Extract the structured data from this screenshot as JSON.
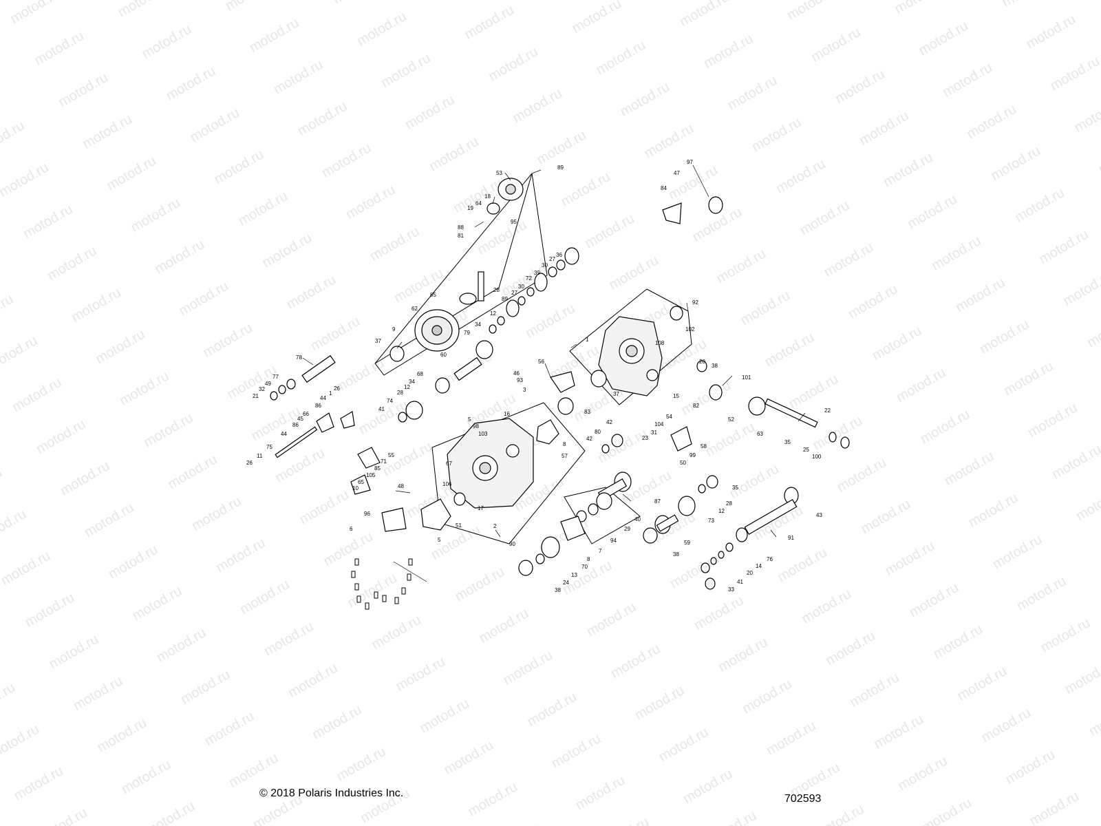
{
  "watermark": "motod.ru",
  "copyright": "© 2018 Polaris Industries Inc.",
  "reference_number": "702593",
  "callouts": {
    "c53": "53",
    "c89": "89",
    "c18": "18",
    "c19": "19",
    "c64": "64",
    "c88": "88",
    "c81": "81",
    "c95a": "95",
    "c36": "36",
    "c27a": "27",
    "c30a": "30",
    "c39": "39",
    "c72": "72",
    "c30b": "30",
    "c27b": "27",
    "c28a": "28",
    "c89b": "89",
    "c12a": "12",
    "c34a": "34",
    "c85": "85",
    "c62": "62",
    "c9": "9",
    "c37a": "37",
    "c79": "79",
    "c60": "60",
    "c97": "97",
    "c47": "47",
    "c84": "84",
    "c92": "92",
    "c102": "102",
    "c108": "108",
    "c1": "1",
    "c56": "56",
    "c46": "46",
    "c93": "93",
    "c3": "3",
    "c37b": "37",
    "c83": "83",
    "c20a": "20",
    "c38a": "38",
    "c15": "15",
    "c101": "101",
    "c82": "82",
    "c52": "52",
    "c63": "63",
    "c22": "22",
    "c35a": "35",
    "c25": "25",
    "c100": "100",
    "c78": "78",
    "c77": "77",
    "c49": "49",
    "c32": "32",
    "c21": "21",
    "c26a": "26",
    "c44a": "44",
    "c1b": "1",
    "c86a": "86",
    "c68": "68",
    "c34b": "34",
    "c12b": "12",
    "c28b": "28",
    "c74": "74",
    "c41a": "41",
    "c45": "45",
    "c66": "66",
    "c86b": "86",
    "c44b": "44",
    "c75": "75",
    "c11": "11",
    "c26b": "26",
    "c16": "16",
    "c5a": "5",
    "c98": "98",
    "c103": "103",
    "c8a": "8",
    "c57": "57",
    "c42a": "42",
    "c80": "80",
    "c42b": "42",
    "c54": "54",
    "c104": "104",
    "c31": "31",
    "c23": "23",
    "c58": "58",
    "c99": "99",
    "c50": "50",
    "c55": "55",
    "c71": "71",
    "c85b": "85",
    "c105": "105",
    "c65": "65",
    "c10": "10",
    "c48": "48",
    "c67": "67",
    "c106": "106",
    "c17": "17",
    "c87": "87",
    "c35b": "35",
    "c28c": "28",
    "c12c": "12",
    "c73": "73",
    "c43": "43",
    "c96": "96",
    "c51": "51",
    "c6": "6",
    "c5b": "5",
    "c2": "2",
    "c90": "90",
    "c29": "29",
    "c40": "40",
    "c94": "94",
    "c7": "7",
    "c8b": "8",
    "c70": "70",
    "c13": "13",
    "c24": "24",
    "c38b": "38",
    "c38c": "38",
    "c59": "59",
    "c91": "91",
    "c76": "76",
    "c14": "14",
    "c20b": "20",
    "c41b": "41",
    "c33": "33"
  }
}
